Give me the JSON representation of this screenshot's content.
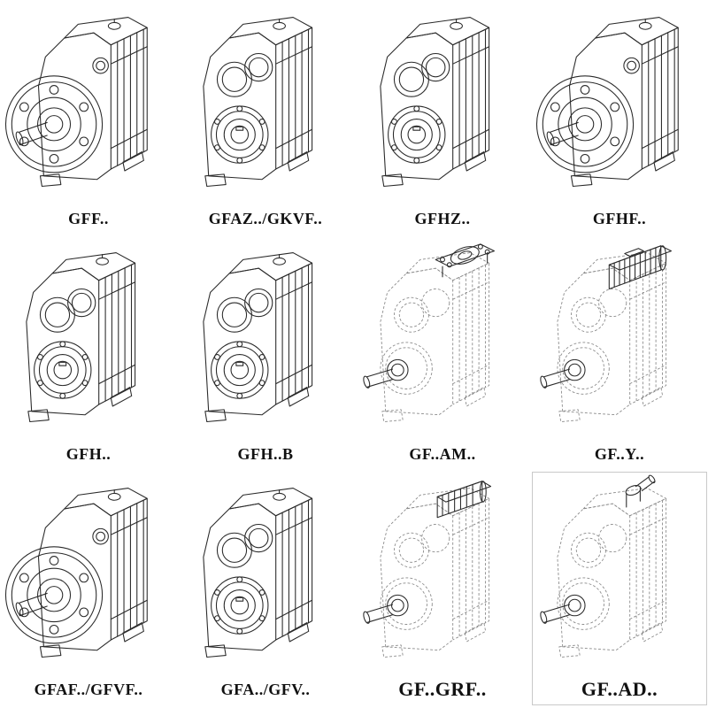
{
  "page": {
    "background": "#ffffff",
    "ink_color": "#2a2a2a",
    "dashed_ink_color": "#8a8a8a",
    "label_color": "#111111"
  },
  "grid": {
    "cells": [
      {
        "label": "GFF..",
        "type": "flange",
        "boxed": false
      },
      {
        "label": "GFAZ../GKVF..",
        "type": "hollow",
        "boxed": false
      },
      {
        "label": "GFHZ..",
        "type": "hollow",
        "boxed": false
      },
      {
        "label": "GFHF..",
        "type": "flange",
        "boxed": false
      },
      {
        "label": "GFH..",
        "type": "hollow",
        "boxed": false
      },
      {
        "label": "GFH..B",
        "type": "hollow",
        "boxed": false
      },
      {
        "label": "GF..AM..",
        "type": "dashed-am",
        "boxed": false
      },
      {
        "label": "GF..Y..",
        "type": "dashed-motor",
        "boxed": false
      },
      {
        "label": "GFAF../GFVF..",
        "type": "flange",
        "boxed": false
      },
      {
        "label": "GFA../GFV..",
        "type": "hollow",
        "boxed": false
      },
      {
        "label": "GF..GRF..",
        "type": "dashed-grf",
        "boxed": false
      },
      {
        "label": "GF..AD..",
        "type": "dashed-ad",
        "boxed": true
      }
    ]
  }
}
